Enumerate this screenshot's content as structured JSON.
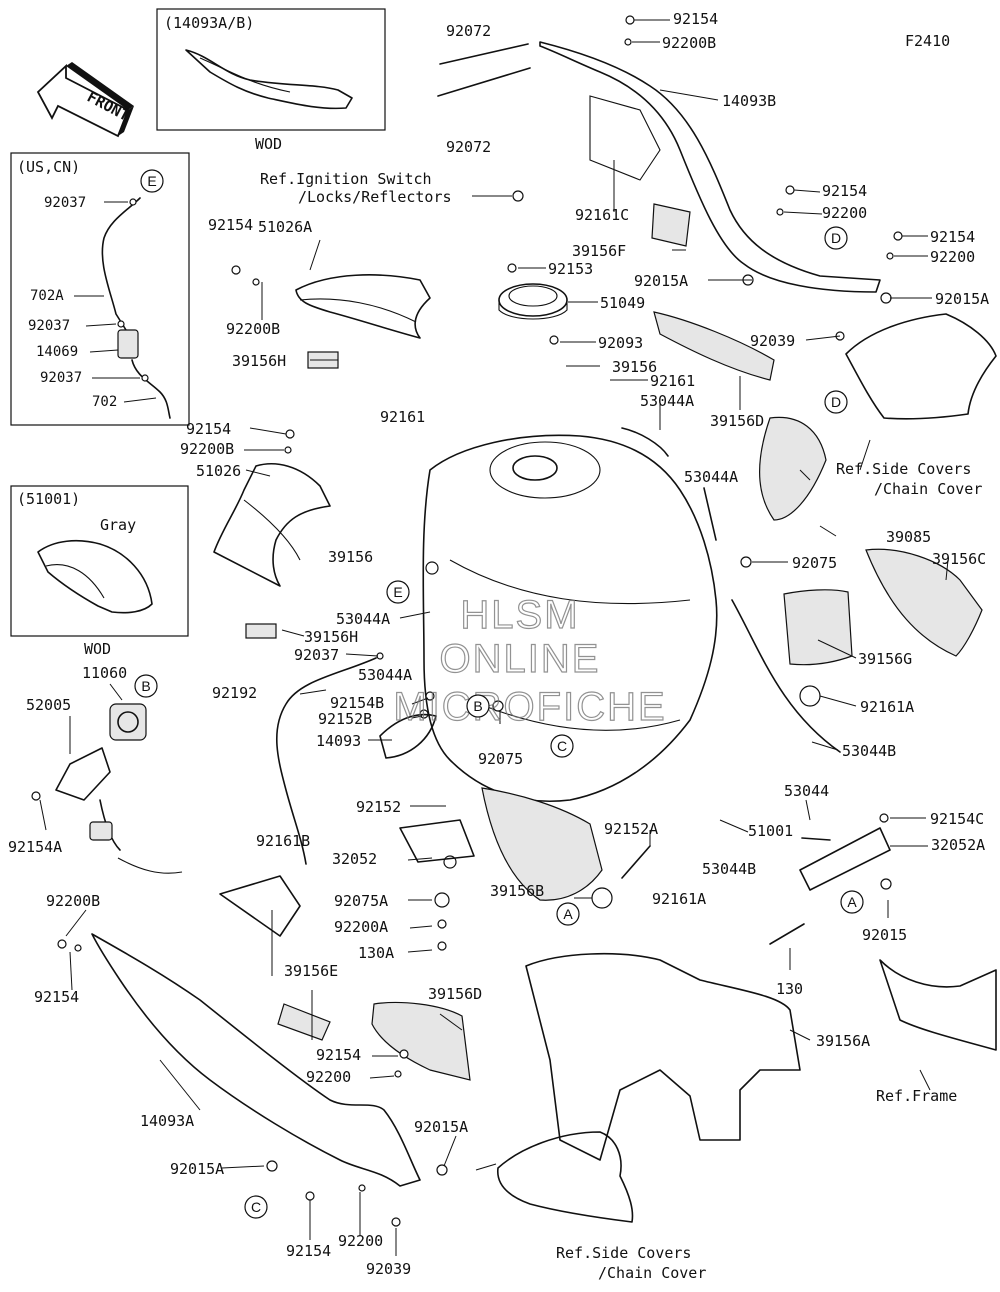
{
  "diagram_code": "F2410",
  "front_arrow": {
    "text": "FRONT"
  },
  "watermark": {
    "lines": [
      "HLSM",
      "ONLINE",
      "MICROFICHE"
    ]
  },
  "insets": {
    "wod_14093": {
      "title": "(14093A/B)",
      "caption": "WOD"
    },
    "us_cn": {
      "title": "(US,CN)"
    },
    "gray_51001": {
      "title": "(51001)",
      "color_label": "Gray",
      "caption": "WOD"
    }
  },
  "references": {
    "ignition": [
      "Ref.Ignition Switch",
      "/Locks/Reflectors"
    ],
    "side_covers_upper": [
      "Ref.Side Covers",
      "/Chain Cover"
    ],
    "side_covers_lower": [
      "Ref.Side Covers",
      "/Chain Cover"
    ],
    "frame": "Ref.Frame"
  },
  "callouts": [
    "A",
    "A",
    "B",
    "B",
    "C",
    "C",
    "D",
    "D",
    "E",
    "E"
  ],
  "part_labels": [
    "92072",
    "92072",
    "92154",
    "92200B",
    "14093B",
    "92161C",
    "39156F",
    "92154",
    "92200",
    "92154",
    "92200",
    "92015A",
    "92015A",
    "92039",
    "39156D",
    "92154",
    "51026A",
    "92200B",
    "39156H",
    "92153",
    "51049",
    "92093",
    "39156",
    "92161",
    "53044A",
    "92161",
    "92154",
    "92200B",
    "51026",
    "53044A",
    "39085",
    "39156",
    "92075",
    "39156C",
    "53044A",
    "39156H",
    "92037",
    "39156G",
    "92192",
    "53044A",
    "92154B",
    "92152B",
    "92161A",
    "14093",
    "92075",
    "53044B",
    "92152",
    "51001",
    "53044",
    "92154C",
    "32052",
    "92152A",
    "53044B",
    "32052A",
    "92075A",
    "39156B",
    "92161A",
    "92015",
    "92200A",
    "130A",
    "130",
    "92161B",
    "39156E",
    "39156D",
    "39156A",
    "92154",
    "92200",
    "14093A",
    "92015A",
    "92015A",
    "92154",
    "92200",
    "92039",
    "92200B",
    "92154",
    "92037",
    "702A",
    "92037",
    "14069",
    "92037",
    "702",
    "11060",
    "52005",
    "92154A"
  ]
}
